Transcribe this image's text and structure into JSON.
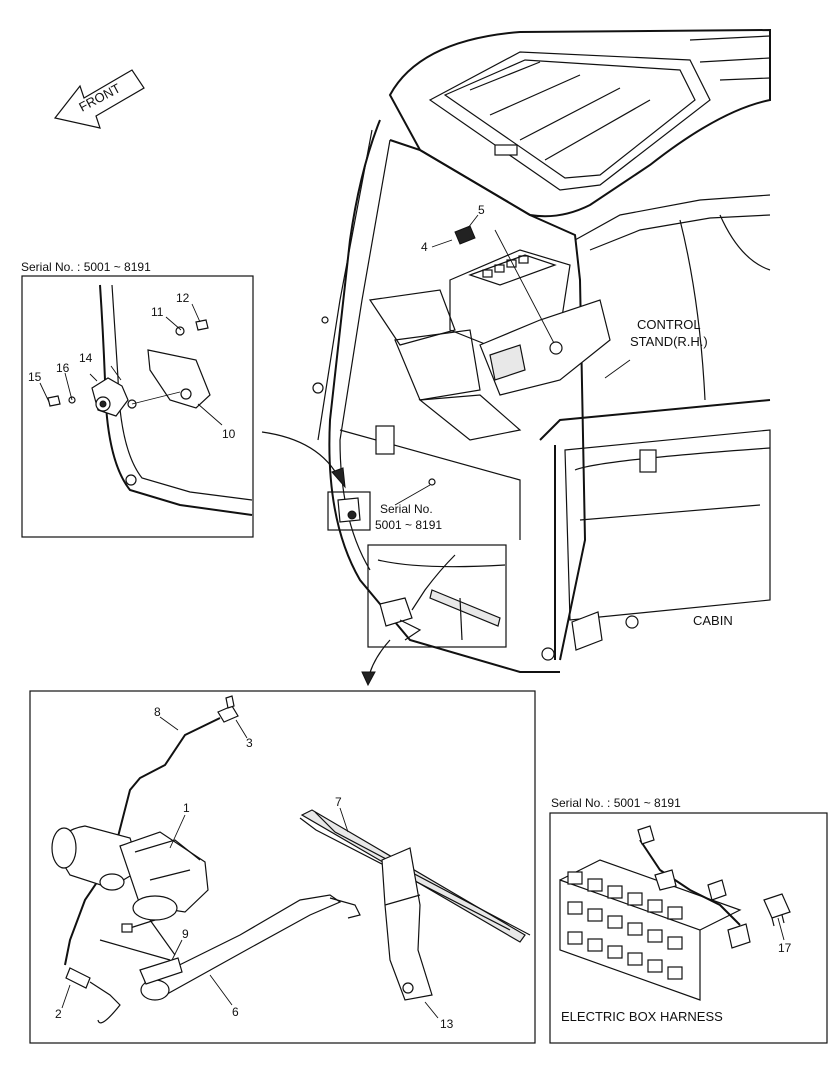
{
  "front_arrow": {
    "label": "FRONT"
  },
  "labels": {
    "control_stand": [
      "CONTROL",
      "STAND(R.H.)"
    ],
    "cabin": "CABIN",
    "electric_box_harness": "ELECTRIC BOX HARNESS"
  },
  "serials": {
    "left_inset": "Serial No. : 5001 ~ 8191",
    "center_callout": [
      "Serial No.",
      "5001 ~ 8191"
    ],
    "harness_inset": "Serial No. : 5001 ~ 8191"
  },
  "part_numbers": {
    "p1": "1",
    "p2": "2",
    "p3": "3",
    "p4": "4",
    "p5": "5",
    "p6": "6",
    "p7": "7",
    "p8": "8",
    "p9": "9",
    "p10": "10",
    "p11": "11",
    "p12": "12",
    "p13": "13",
    "p14": "14",
    "p15": "15",
    "p16": "16",
    "p17": "17"
  }
}
